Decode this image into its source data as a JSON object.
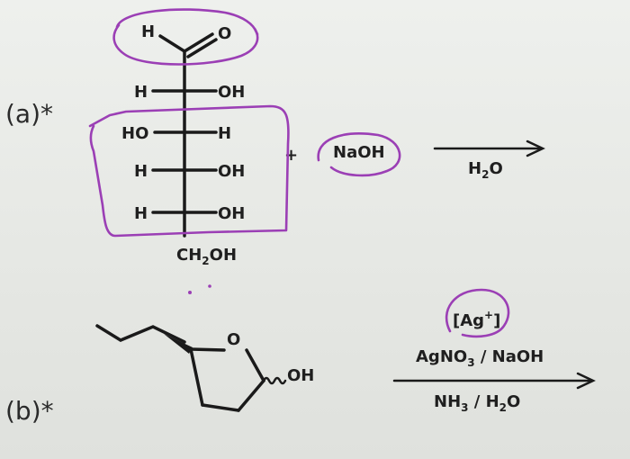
{
  "part_a": {
    "label": "(a)*",
    "aldehyde_h": "H",
    "aldehyde_o": "O",
    "c2_left": "H",
    "c2_right": "OH",
    "c3_left": "HO",
    "c3_right": "H",
    "c4_left": "H",
    "c4_right": "OH",
    "c5_left": "H",
    "c5_right": "OH",
    "c6": "CH",
    "c6_sub": "2",
    "c6_tail": "OH",
    "plus": "+",
    "reagent": "NaOH",
    "cond_main": "H",
    "cond_sub": "2",
    "cond_tail": "O"
  },
  "part_b": {
    "label": "(b)*",
    "ring_o": "O",
    "oh": "OH",
    "ag_main": "[Ag",
    "ag_sup": "+",
    "ag_tail": "]",
    "line1_main": "AgNO",
    "line1_sub": "3",
    "line1_tail": " / NaOH",
    "line2_main": "NH",
    "line2_sub": "3",
    "line2_mid": " / H",
    "line2_sub2": "2",
    "line2_tail": "O"
  },
  "colors": {
    "ink": "#9b3fb5",
    "text": "#1f1f1f"
  }
}
